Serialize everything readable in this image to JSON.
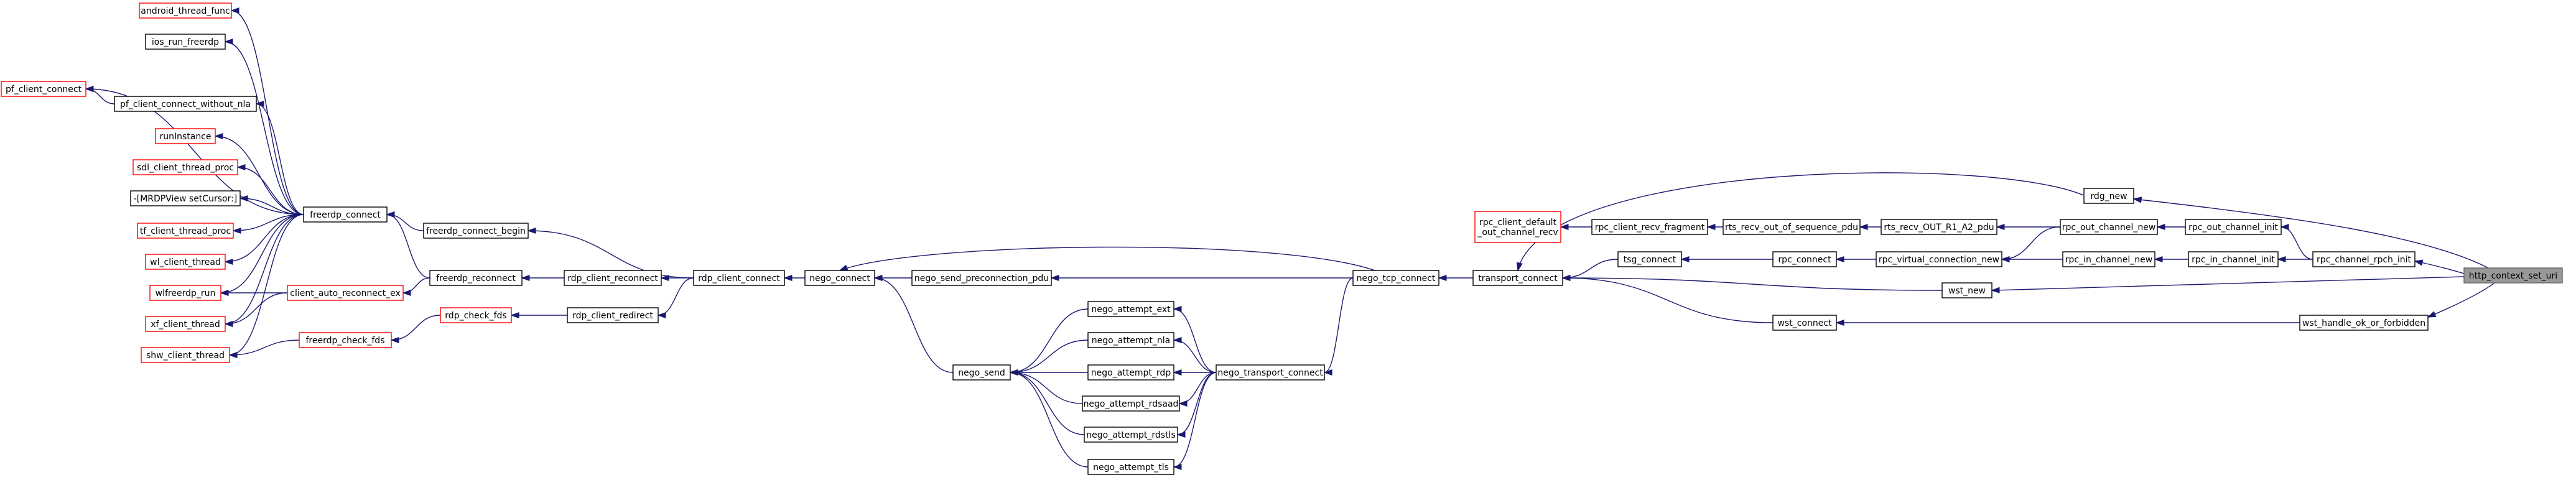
{
  "title": "",
  "nodes": [
    {
      "id": "android_thread_func",
      "label": "android_thread_func",
      "ref": true
    },
    {
      "id": "ios_run_freerdp",
      "label": "ios_run_freerdp",
      "ref": false
    },
    {
      "id": "pf_client_connect",
      "label": "pf_client_connect",
      "ref": true
    },
    {
      "id": "pf_client_connect_without_nla",
      "label": "pf_client_connect_without_nla",
      "ref": false
    },
    {
      "id": "runInstance",
      "label": "runInstance",
      "ref": true
    },
    {
      "id": "sdl_client_thread_proc",
      "label": "sdl_client_thread_proc",
      "ref": true
    },
    {
      "id": "mrdpview_setcursor",
      "label": "-[MRDPView setCursor:]",
      "ref": false
    },
    {
      "id": "tf_client_thread_proc",
      "label": "tf_client_thread_proc",
      "ref": true
    },
    {
      "id": "wl_client_thread",
      "label": "wl_client_thread",
      "ref": true
    },
    {
      "id": "wlfreerdp_run",
      "label": "wlfreerdp_run",
      "ref": true
    },
    {
      "id": "xf_client_thread",
      "label": "xf_client_thread",
      "ref": true
    },
    {
      "id": "shw_client_thread",
      "label": "shw_client_thread",
      "ref": true
    },
    {
      "id": "freerdp_connect",
      "label": "freerdp_connect",
      "ref": false
    },
    {
      "id": "client_auto_reconnect_ex",
      "label": "client_auto_reconnect_ex",
      "ref": true
    },
    {
      "id": "freerdp_check_fds",
      "label": "freerdp_check_fds",
      "ref": true
    },
    {
      "id": "freerdp_connect_begin",
      "label": "freerdp_connect_begin",
      "ref": false
    },
    {
      "id": "freerdp_reconnect",
      "label": "freerdp_reconnect",
      "ref": false
    },
    {
      "id": "rdp_check_fds",
      "label": "rdp_check_fds",
      "ref": true
    },
    {
      "id": "rdp_client_reconnect",
      "label": "rdp_client_reconnect",
      "ref": false
    },
    {
      "id": "rdp_client_redirect",
      "label": "rdp_client_redirect",
      "ref": false
    },
    {
      "id": "rdp_client_connect",
      "label": "rdp_client_connect",
      "ref": false
    },
    {
      "id": "nego_connect",
      "label": "nego_connect",
      "ref": false
    },
    {
      "id": "nego_send_preconnection_pdu",
      "label": "nego_send_preconnection_pdu",
      "ref": false
    },
    {
      "id": "nego_send",
      "label": "nego_send",
      "ref": false
    },
    {
      "id": "nego_attempt_ext",
      "label": "nego_attempt_ext",
      "ref": false
    },
    {
      "id": "nego_attempt_nla",
      "label": "nego_attempt_nla",
      "ref": false
    },
    {
      "id": "nego_attempt_rdp",
      "label": "nego_attempt_rdp",
      "ref": false
    },
    {
      "id": "nego_attempt_rdsaad",
      "label": "nego_attempt_rdsaad",
      "ref": false
    },
    {
      "id": "nego_attempt_rdstls",
      "label": "nego_attempt_rdstls",
      "ref": false
    },
    {
      "id": "nego_attempt_tls",
      "label": "nego_attempt_tls",
      "ref": false
    },
    {
      "id": "nego_transport_connect",
      "label": "nego_transport_connect",
      "ref": false
    },
    {
      "id": "nego_tcp_connect",
      "label": "nego_tcp_connect",
      "ref": false
    },
    {
      "id": "rpc_client_default_out_channel_recv",
      "label": "rpc_client_default\n_out_channel_recv",
      "ref": true
    },
    {
      "id": "transport_connect",
      "label": "transport_connect",
      "ref": false
    },
    {
      "id": "rpc_client_recv_fragment",
      "label": "rpc_client_recv_fragment",
      "ref": false
    },
    {
      "id": "rts_recv_out_of_sequence_pdu",
      "label": "rts_recv_out_of_sequence_pdu",
      "ref": false
    },
    {
      "id": "tsg_connect",
      "label": "tsg_connect",
      "ref": false
    },
    {
      "id": "wst_connect",
      "label": "wst_connect",
      "ref": false
    },
    {
      "id": "rpc_connect",
      "label": "rpc_connect",
      "ref": false
    },
    {
      "id": "rts_recv_OUT_R1_A2_pdu",
      "label": "rts_recv_OUT_R1_A2_pdu",
      "ref": false
    },
    {
      "id": "rpc_virtual_connection_new",
      "label": "rpc_virtual_connection_new",
      "ref": false
    },
    {
      "id": "rdg_new",
      "label": "rdg_new",
      "ref": false
    },
    {
      "id": "wst_new",
      "label": "wst_new",
      "ref": false
    },
    {
      "id": "rpc_out_channel_new",
      "label": "rpc_out_channel_new",
      "ref": false
    },
    {
      "id": "rpc_in_channel_new",
      "label": "rpc_in_channel_new",
      "ref": false
    },
    {
      "id": "rpc_out_channel_init",
      "label": "rpc_out_channel_init",
      "ref": false
    },
    {
      "id": "rpc_in_channel_init",
      "label": "rpc_in_channel_init",
      "ref": false
    },
    {
      "id": "wst_handle_ok_or_forbidden",
      "label": "wst_handle_ok_or_forbidden",
      "ref": false
    },
    {
      "id": "rpc_channel_rpch_init",
      "label": "rpc_channel_rpch_init",
      "ref": false
    },
    {
      "id": "http_context_set_uri",
      "label": "http_context_set_uri",
      "ref": false,
      "root": true
    }
  ],
  "edges": [
    [
      "android_thread_func",
      "freerdp_connect"
    ],
    [
      "ios_run_freerdp",
      "freerdp_connect"
    ],
    [
      "pf_client_connect",
      "freerdp_connect"
    ],
    [
      "pf_client_connect",
      "pf_client_connect_without_nla"
    ],
    [
      "pf_client_connect_without_nla",
      "freerdp_connect"
    ],
    [
      "runInstance",
      "freerdp_connect"
    ],
    [
      "sdl_client_thread_proc",
      "freerdp_connect"
    ],
    [
      "mrdpview_setcursor",
      "freerdp_connect"
    ],
    [
      "tf_client_thread_proc",
      "freerdp_connect"
    ],
    [
      "wl_client_thread",
      "freerdp_connect"
    ],
    [
      "wlfreerdp_run",
      "freerdp_connect"
    ],
    [
      "xf_client_thread",
      "freerdp_connect"
    ],
    [
      "shw_client_thread",
      "freerdp_connect"
    ],
    [
      "wlfreerdp_run",
      "client_auto_reconnect_ex"
    ],
    [
      "xf_client_thread",
      "client_auto_reconnect_ex"
    ],
    [
      "shw_client_thread",
      "freerdp_check_fds"
    ],
    [
      "client_auto_reconnect_ex",
      "freerdp_reconnect"
    ],
    [
      "freerdp_connect",
      "freerdp_connect_begin"
    ],
    [
      "freerdp_connect",
      "freerdp_reconnect"
    ],
    [
      "freerdp_check_fds",
      "rdp_check_fds"
    ],
    [
      "freerdp_connect_begin",
      "rdp_client_connect"
    ],
    [
      "freerdp_reconnect",
      "rdp_client_reconnect"
    ],
    [
      "rdp_check_fds",
      "rdp_client_redirect"
    ],
    [
      "rdp_client_reconnect",
      "rdp_client_connect"
    ],
    [
      "rdp_client_redirect",
      "rdp_client_connect"
    ],
    [
      "rdp_client_connect",
      "nego_connect"
    ],
    [
      "nego_connect",
      "nego_send_preconnection_pdu"
    ],
    [
      "nego_connect",
      "nego_tcp_connect"
    ],
    [
      "nego_connect",
      "nego_send"
    ],
    [
      "nego_send_preconnection_pdu",
      "nego_tcp_connect"
    ],
    [
      "nego_send",
      "nego_attempt_ext"
    ],
    [
      "nego_send",
      "nego_attempt_nla"
    ],
    [
      "nego_send",
      "nego_attempt_rdp"
    ],
    [
      "nego_send",
      "nego_attempt_rdsaad"
    ],
    [
      "nego_send",
      "nego_attempt_rdstls"
    ],
    [
      "nego_send",
      "nego_attempt_tls"
    ],
    [
      "nego_attempt_ext",
      "nego_transport_connect"
    ],
    [
      "nego_attempt_nla",
      "nego_transport_connect"
    ],
    [
      "nego_attempt_rdp",
      "nego_transport_connect"
    ],
    [
      "nego_attempt_rdsaad",
      "nego_transport_connect"
    ],
    [
      "nego_attempt_rdstls",
      "nego_transport_connect"
    ],
    [
      "nego_attempt_tls",
      "nego_transport_connect"
    ],
    [
      "nego_transport_connect",
      "nego_tcp_connect"
    ],
    [
      "nego_tcp_connect",
      "transport_connect"
    ],
    [
      "rpc_client_default_out_channel_recv",
      "rpc_client_recv_fragment"
    ],
    [
      "transport_connect",
      "rdg_new"
    ],
    [
      "transport_connect",
      "tsg_connect"
    ],
    [
      "transport_connect",
      "wst_new"
    ],
    [
      "transport_connect",
      "wst_connect"
    ],
    [
      "rpc_client_recv_fragment",
      "rts_recv_out_of_sequence_pdu"
    ],
    [
      "rts_recv_out_of_sequence_pdu",
      "rts_recv_OUT_R1_A2_pdu"
    ],
    [
      "tsg_connect",
      "rpc_connect"
    ],
    [
      "rpc_connect",
      "rpc_virtual_connection_new"
    ],
    [
      "rts_recv_OUT_R1_A2_pdu",
      "rpc_out_channel_new"
    ],
    [
      "rpc_virtual_connection_new",
      "rpc_out_channel_new"
    ],
    [
      "rpc_virtual_connection_new",
      "rpc_in_channel_new"
    ],
    [
      "rpc_out_channel_new",
      "rpc_out_channel_init"
    ],
    [
      "rpc_in_channel_new",
      "rpc_in_channel_init"
    ],
    [
      "rpc_out_channel_init",
      "rpc_channel_rpch_init"
    ],
    [
      "rpc_in_channel_init",
      "rpc_channel_rpch_init"
    ],
    [
      "rdg_new",
      "http_context_set_uri"
    ],
    [
      "wst_new",
      "http_context_set_uri"
    ],
    [
      "wst_connect",
      "wst_handle_ok_or_forbidden"
    ],
    [
      "wst_handle_ok_or_forbidden",
      "http_context_set_uri"
    ],
    [
      "rpc_channel_rpch_init",
      "http_context_set_uri"
    ]
  ]
}
